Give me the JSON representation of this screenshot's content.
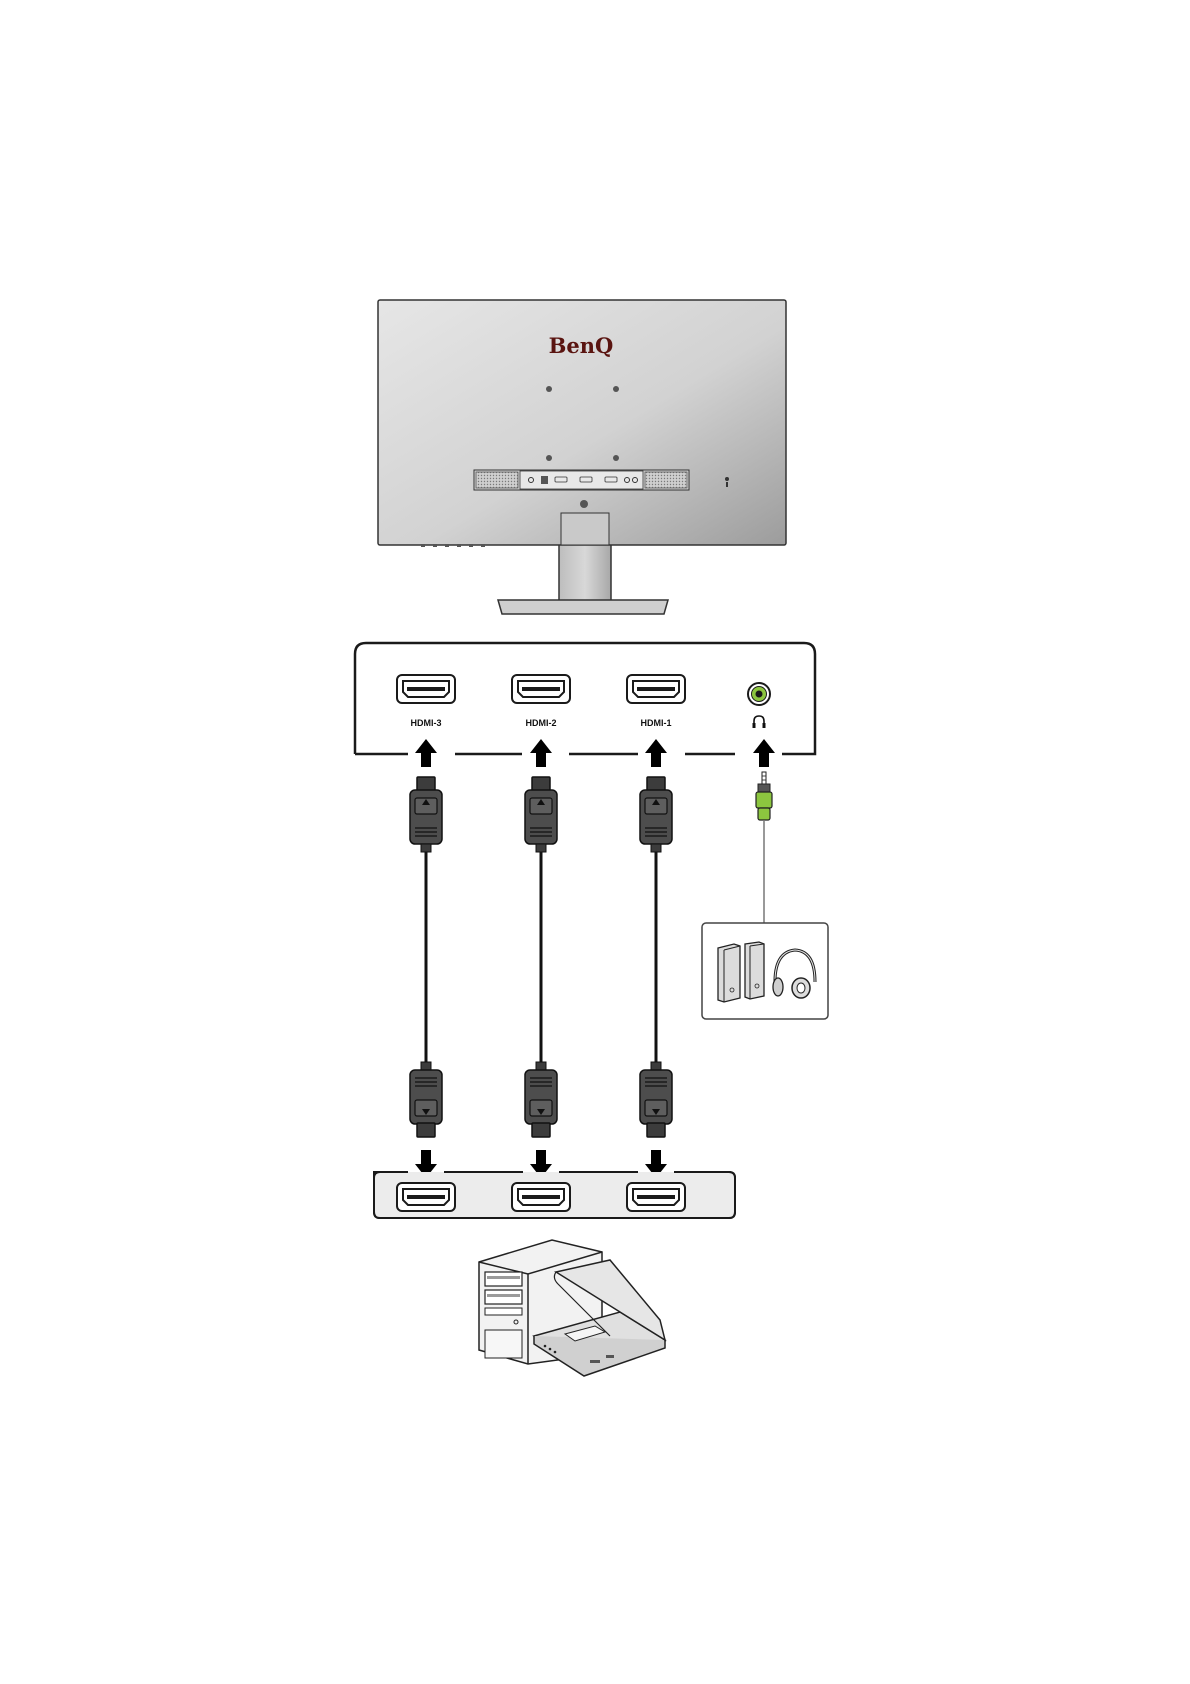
{
  "monitor": {
    "brand_logo": "BenQ"
  },
  "port_panel": {
    "ports": [
      {
        "label": "HDMI-3",
        "type": "hdmi"
      },
      {
        "label": "HDMI-2",
        "type": "hdmi"
      },
      {
        "label": "HDMI-1",
        "type": "hdmi"
      },
      {
        "label": "",
        "type": "headphone-jack",
        "icon": "headphone-icon"
      }
    ]
  },
  "cables": [
    {
      "type": "hdmi-cable"
    },
    {
      "type": "hdmi-cable"
    },
    {
      "type": "hdmi-cable"
    },
    {
      "type": "audio-cable-3.5mm"
    }
  ],
  "source_panel": {
    "ports": [
      {
        "type": "hdmi"
      },
      {
        "type": "hdmi"
      },
      {
        "type": "hdmi"
      }
    ]
  },
  "audio_device": {
    "icons": [
      "speakers-icon",
      "headphones-icon"
    ]
  },
  "source_devices": {
    "icons": [
      "desktop-pc-icon",
      "laptop-icon"
    ]
  },
  "colors": {
    "monitor_gray": "#dcdcdc",
    "logo": "#5a1410",
    "audio_jack_green": "#8cc63f",
    "connector": "#4a4a4a",
    "outline": "#222222"
  }
}
